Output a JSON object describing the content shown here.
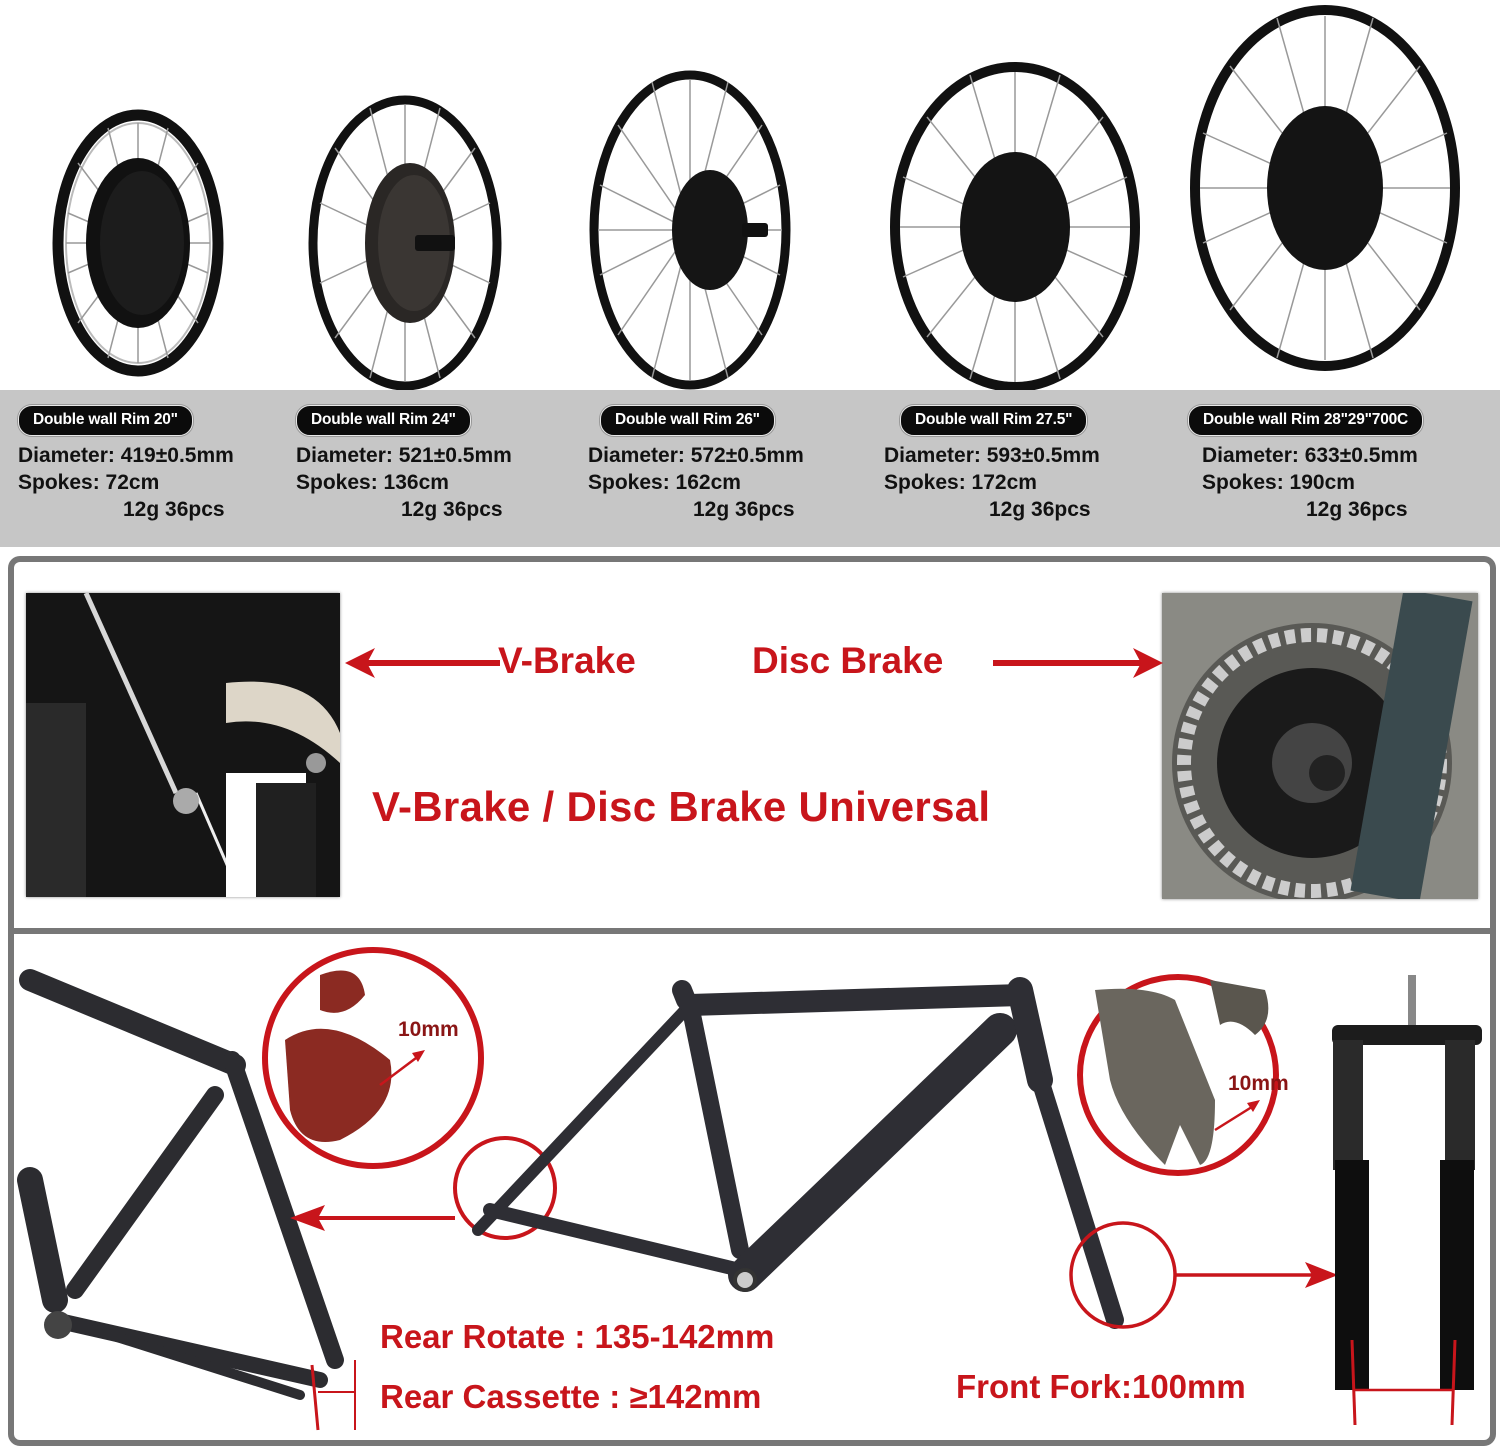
{
  "wheels": [
    {
      "size_label": "Double wall Rim 20\"",
      "diameter": "Diameter: 419±0.5mm",
      "spokes": "Spokes: 72cm",
      "spoke_spec": "12g 36pcs"
    },
    {
      "size_label": "Double wall Rim 24\"",
      "diameter": "Diameter: 521±0.5mm",
      "spokes": "Spokes: 136cm",
      "spoke_spec": "12g 36pcs"
    },
    {
      "size_label": "Double wall Rim 26\"",
      "diameter": "Diameter: 572±0.5mm",
      "spokes": "Spokes: 162cm",
      "spoke_spec": "12g 36pcs"
    },
    {
      "size_label": "Double wall Rim 27.5\"",
      "diameter": "Diameter: 593±0.5mm",
      "spokes": "Spokes: 172cm",
      "spoke_spec": "12g 36pcs"
    },
    {
      "size_label": "Double wall Rim 28\"29\"700C",
      "diameter": "Diameter: 633±0.5mm",
      "spokes": "Spokes: 190cm",
      "spoke_spec": "12g 36pcs"
    }
  ],
  "brakes": {
    "v_brake": "V-Brake",
    "disc_brake": "Disc Brake",
    "universal": "V-Brake / Disc Brake Universal"
  },
  "frame": {
    "dropout_rear": "10mm",
    "dropout_front": "10mm",
    "rear_rotate": "Rear Rotate : 135-142mm",
    "rear_cassette": "Rear Cassette : ≥142mm",
    "front_fork": "Front Fork:100mm"
  },
  "colors": {
    "accent_red": "#c8151b",
    "band_gray": "#c6c6c6",
    "border_gray": "#777777",
    "pill_black": "#0b0b0b"
  }
}
